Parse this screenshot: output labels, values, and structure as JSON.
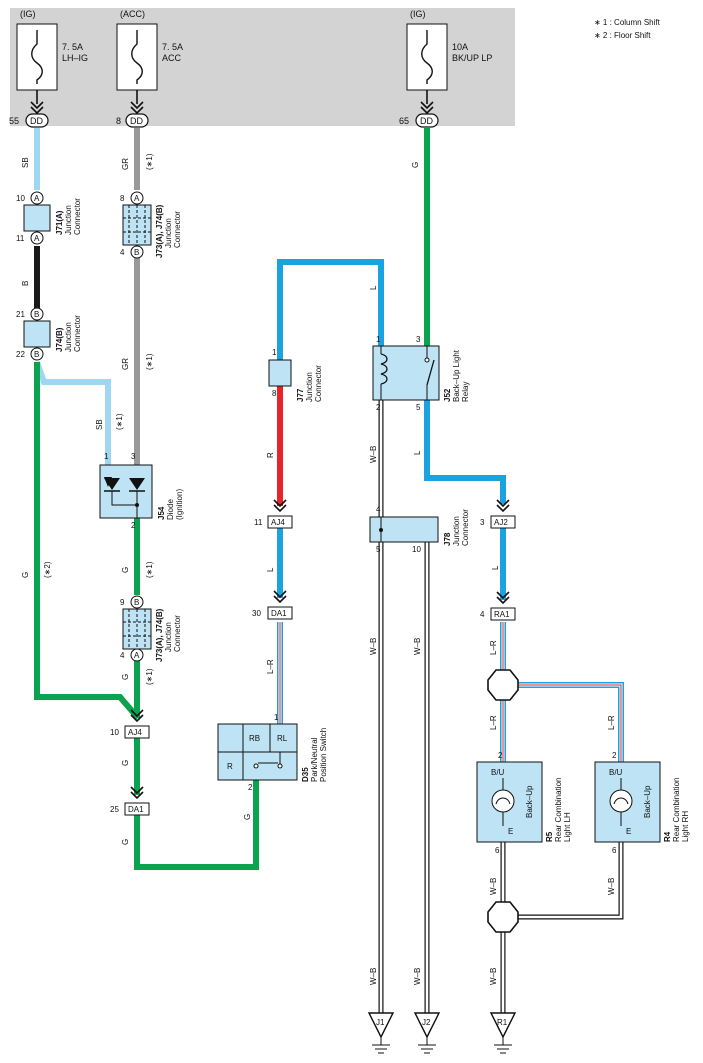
{
  "notes": {
    "n1": "∗ 1 : Column Shift",
    "n2": "∗ 2 : Floor Shift"
  },
  "colors": {
    "panel": "#d3d3d3",
    "SB": "#9fd6f0",
    "B": "#1a1a1a",
    "GR": "#999999",
    "G": "#0aa34f",
    "L": "#1aa3e0",
    "R": "#e8232a",
    "comp": "#bde3f4"
  },
  "fuses": [
    {
      "source": "(IG)",
      "rating": "7. 5A",
      "name": "LH–IG",
      "pin": "55",
      "conn": "DD"
    },
    {
      "source": "(ACC)",
      "rating": "7. 5A",
      "name": "ACC",
      "pin": "8",
      "conn": "DD"
    },
    {
      "source": "(IG)",
      "rating": "10A",
      "name": "BK/UP LP",
      "pin": "65",
      "conn": "DD"
    }
  ],
  "wires": {
    "sb": "SB",
    "b": "B",
    "gr": "GR",
    "g": "G",
    "l": "L",
    "r": "R",
    "lr": "L–R",
    "wb": "W–B",
    "note1": "(∗1)",
    "note2": "(∗2)"
  },
  "j71": {
    "code": "J71(A)",
    "name1": "Junction",
    "name2": "Connector",
    "pinTop": "10",
    "pinBot": "11",
    "ltrTop": "A",
    "ltrBot": "A"
  },
  "j74b": {
    "code": "J74(B)",
    "name1": "Junction",
    "name2": "Connector",
    "pinTop": "21",
    "pinBot": "22",
    "ltrTop": "B",
    "ltrBot": "B"
  },
  "j73a": {
    "code": "J73(A), J74(B)",
    "name1": "Junction",
    "name2": "Connector",
    "pinTop": "8",
    "pinBot": "4",
    "ltrTop": "A",
    "ltrBot": "B"
  },
  "j73b": {
    "code": "J73(A), J74(B)",
    "name1": "Junction",
    "name2": "Connector",
    "pinTop": "9",
    "pinBot": "4",
    "ltrTop": "B",
    "ltrBot": "A"
  },
  "j54": {
    "code": "J54",
    "name1": "Diode",
    "name2": "(Ignition)",
    "pin1": "1",
    "pin3": "3",
    "pin2": "2"
  },
  "j77": {
    "code": "J77",
    "name1": "Junction",
    "name2": "Connector",
    "pinTop": "1",
    "pinBot": "8"
  },
  "j52": {
    "code": "J52",
    "name1": "Back–Up Light",
    "name2": "Relay",
    "p1": "1",
    "p2": "2",
    "p3": "3",
    "p5": "5"
  },
  "j78": {
    "code": "J78",
    "name1": "Junction",
    "name2": "Connector",
    "p4": "4",
    "p5": "5",
    "p10": "10"
  },
  "conns": {
    "aj4a": "AJ4",
    "aj4a_pin": "11",
    "da1a": "DA1",
    "da1a_pin": "30",
    "aj4b": "AJ4",
    "aj4b_pin": "10",
    "da1b": "DA1",
    "da1b_pin": "25",
    "aj2": "AJ2",
    "aj2_pin": "3",
    "ra1": "RA1",
    "ra1_pin": "4"
  },
  "d35": {
    "code": "D35",
    "name1": "Park/Neutral",
    "name2": "Position Switch",
    "rb": "RB",
    "rl": "RL",
    "r": "R",
    "p1": "1",
    "p2": "2"
  },
  "r5": {
    "code": "R5",
    "name1": "Rear Combination",
    "name2": "Light LH",
    "bu": "B/U",
    "lamp": "Back–Up",
    "e": "E",
    "p2": "2",
    "p6": "6"
  },
  "r4": {
    "code": "R4",
    "name1": "Rear Combination",
    "name2": "Light RH",
    "bu": "B/U",
    "lamp": "Back–Up",
    "e": "E",
    "p2": "2",
    "p6": "6"
  },
  "grounds": {
    "j1": "J1",
    "j2": "J2",
    "r1": "R1"
  }
}
